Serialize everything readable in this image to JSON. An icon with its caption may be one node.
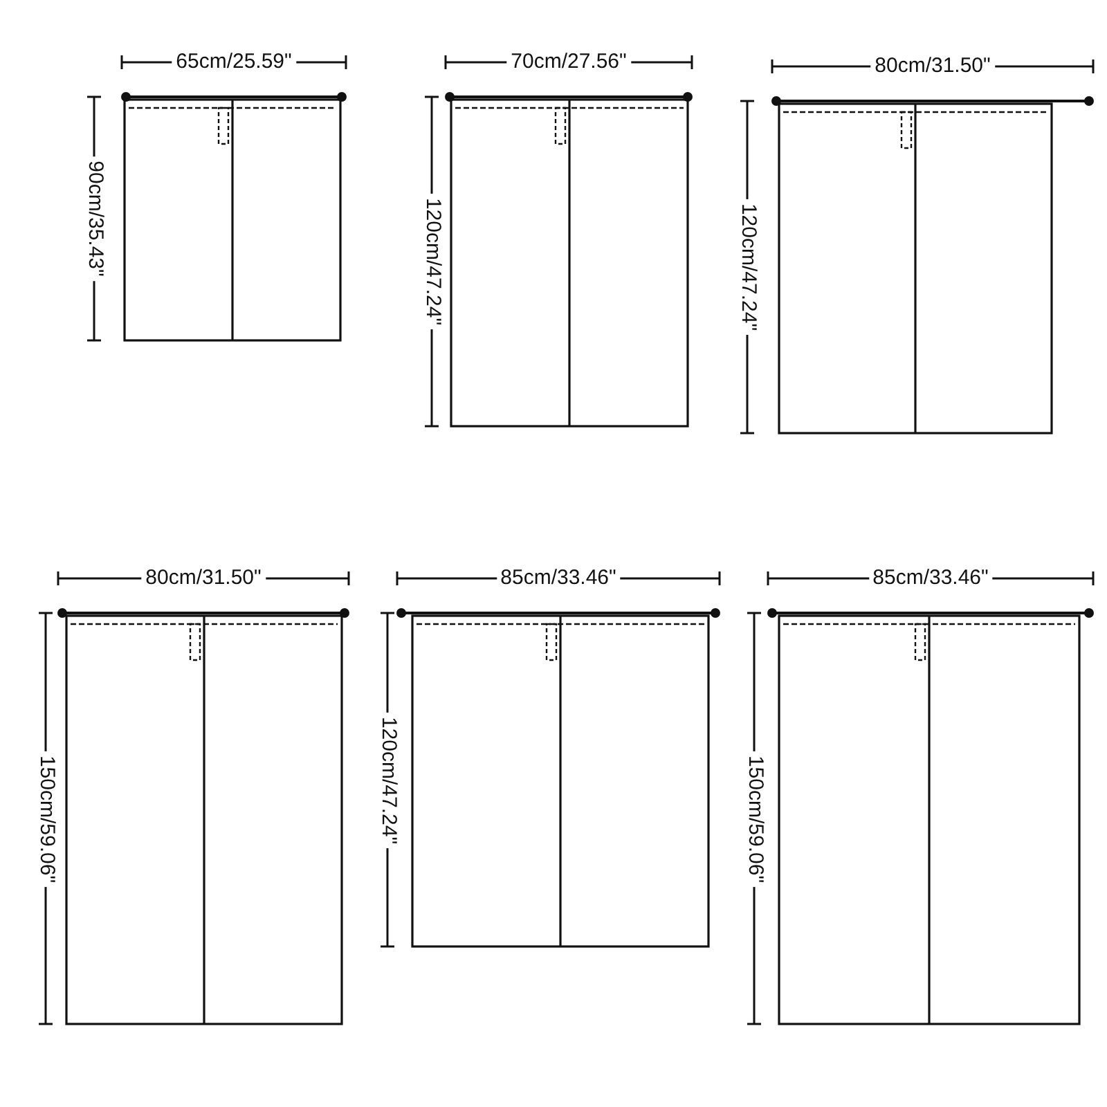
{
  "diagram": {
    "labels": [
      "65cm/25.59\"",
      "90cm/35.43\"",
      "70cm/27.56\"",
      "120cm/47.24\"",
      "80cm/31.50\"",
      "120cm/47.24\"",
      "80cm/31.50\"",
      "150cm/59.06\"",
      "85cm/33.46\"",
      "120cm/47.24\"",
      "85cm/33.46\"",
      "150cm/59.06\""
    ]
  }
}
